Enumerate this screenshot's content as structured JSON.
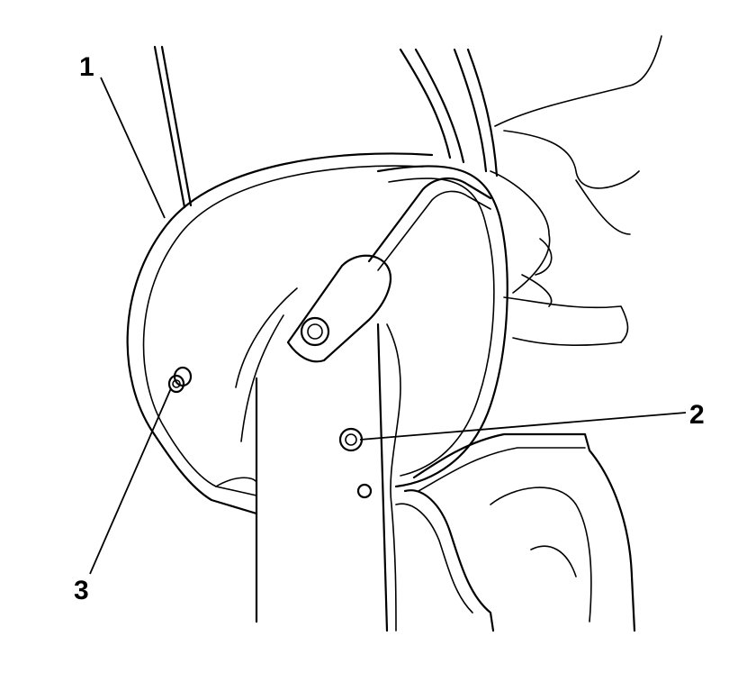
{
  "figure": {
    "callouts": [
      {
        "id": "1",
        "label": "1"
      },
      {
        "id": "2",
        "label": "2"
      },
      {
        "id": "3",
        "label": "3"
      }
    ],
    "line_color": "#000000",
    "background": "#ffffff"
  }
}
